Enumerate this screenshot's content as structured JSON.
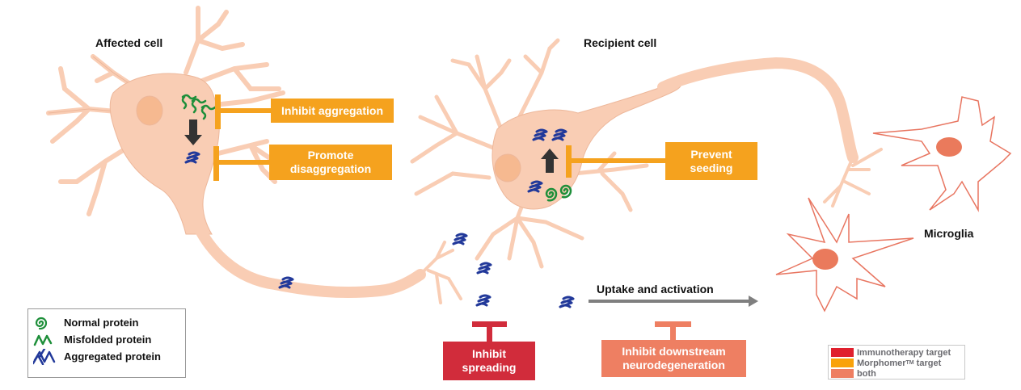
{
  "labels": {
    "affected_cell": "Affected cell",
    "recipient_cell": "Recipient cell",
    "microglia": "Microglia",
    "uptake": "Uptake and activation"
  },
  "boxes": {
    "inhibit_aggregation": {
      "line1": "Inhibit aggregation",
      "line2": "",
      "color": "#F5A21E"
    },
    "promote_disaggregation": {
      "line1": "Promote",
      "line2": "disaggregation",
      "color": "#F5A21E"
    },
    "prevent_seeding": {
      "line1": "Prevent",
      "line2": "seeding",
      "color": "#F5A21E"
    },
    "inhibit_spreading": {
      "line1": "Inhibit",
      "line2": "spreading",
      "color": "#D12C3B"
    },
    "inhibit_downstream": {
      "line1": "Inhibit downstream",
      "line2": "neurodegeneration",
      "color": "#EE7F62"
    }
  },
  "protein_legend": [
    {
      "icon": "normal-protein-icon",
      "label": "Normal protein"
    },
    {
      "icon": "misfolded-protein-icon",
      "label": "Misfolded protein"
    },
    {
      "icon": "aggregated-protein-icon",
      "label": "Aggregated protein"
    }
  ],
  "target_legend": [
    {
      "label": "Immunotherapy target",
      "color": "#E0202E"
    },
    {
      "label": "Morphomer",
      "sup": "TM",
      "suffix": " target",
      "color": "#F9A20B"
    },
    {
      "label": "both",
      "color": "#EE7F62"
    }
  ],
  "colors": {
    "neuron_fill": "#F9CDB4",
    "neuron_stroke": "#EDB79A",
    "nucleus": "#F6B990",
    "microglia_stroke": "#E87560",
    "microglia_nucleus": "#EA7A5C",
    "normal_green": "#1E8F3A",
    "aggregate_blue": "#22399A",
    "arrow_dark": "#333333",
    "uptake_arrow": "#7F7F7F"
  }
}
